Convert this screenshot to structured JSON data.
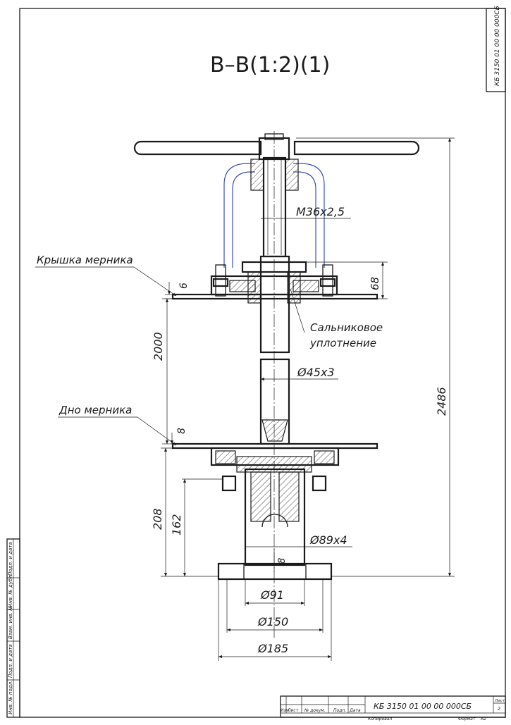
{
  "drawing": {
    "section_title": "В–В(1:2)(1)",
    "stamp_code_vertical": "КБ 3150 01 00 00 000СБ",
    "labels": {
      "lid": "Крышка мерника",
      "bottom": "Дно мерника",
      "gland_line1": "Сальниковое",
      "gland_line2": "уплотнение"
    },
    "dimensions": {
      "thread": "М36х2,5",
      "pipe": "Ø45х3",
      "sleeve": "Ø89х4",
      "d91": "Ø91",
      "d150": "Ø150",
      "d185": "Ø185",
      "len2000": "2000",
      "len2486": "2486",
      "h68": "68",
      "t6": "6",
      "t8_bottom": "8",
      "h208": "208",
      "h162": "162",
      "slot8": "8"
    }
  },
  "left_strip": {
    "cells": [
      "Инв. № подл.",
      "Подп. и дата",
      "Взам. инв. №",
      "Инв. № дубл.",
      "Подп. и дата"
    ]
  },
  "title_block": {
    "code": "КБ 3150 01 00 00 000СБ",
    "sheet_label": "Лист",
    "sheet_number": "2",
    "col_izm": "Изм.",
    "col_list": "Лист",
    "col_doc": "№ докум.",
    "col_sign": "Подп.",
    "col_date": "Дата",
    "copied": "Копировал",
    "format_label": "Формат",
    "format_value": "А2"
  }
}
